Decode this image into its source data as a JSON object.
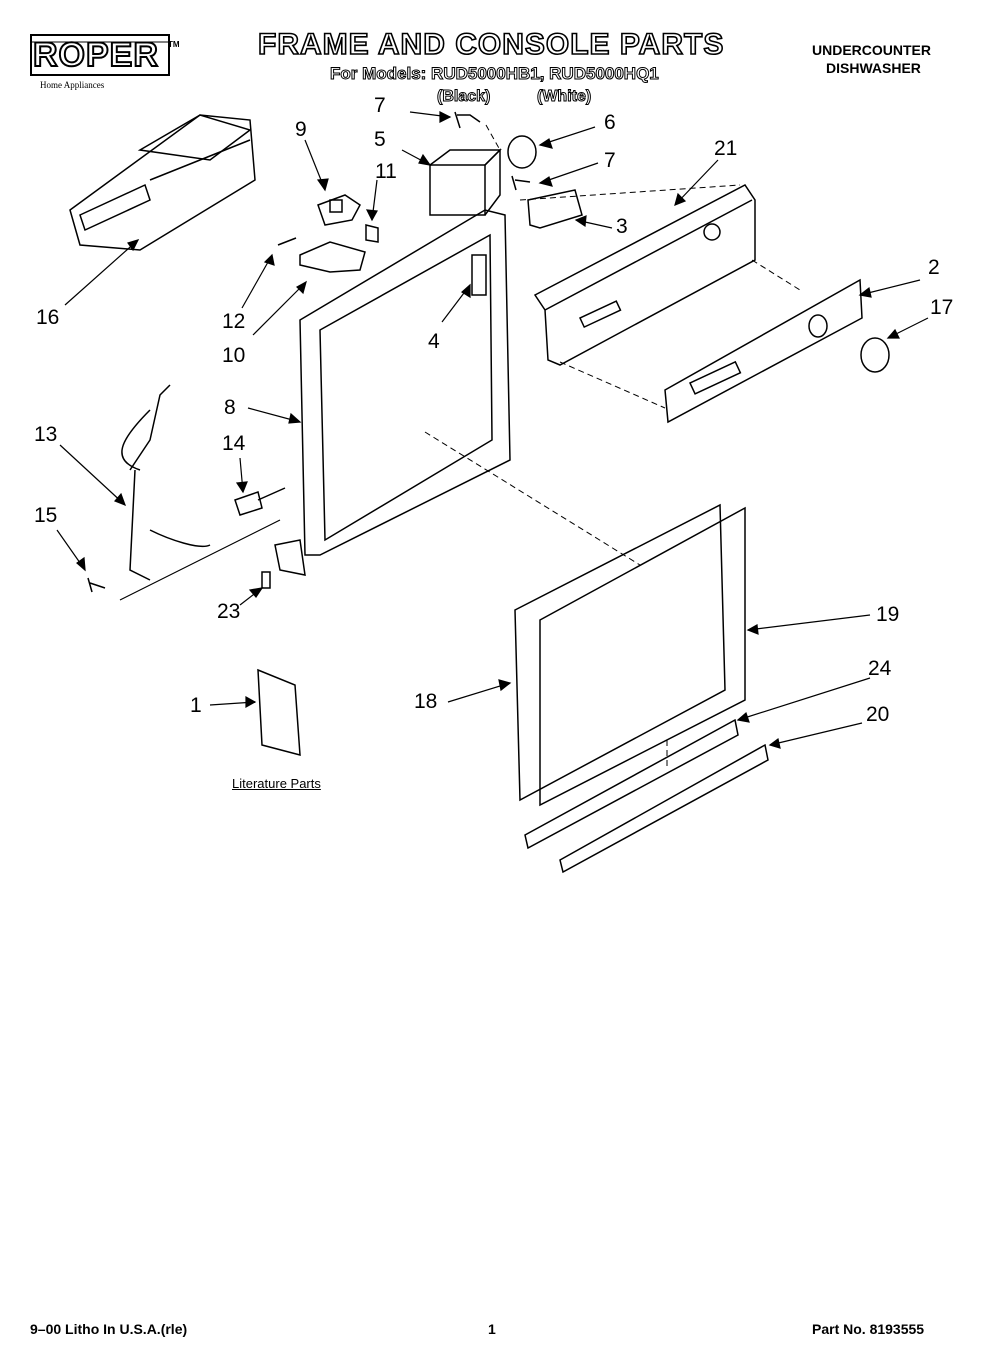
{
  "brand": {
    "logo": "ROPER",
    "trademark": "TM",
    "tagline": "Home Appliances"
  },
  "title": "FRAME AND CONSOLE PARTS",
  "models": {
    "line": "For Models: RUD5000HB1, RUD5000HQ1",
    "variant_1": "(Black)",
    "variant_2": "(White)"
  },
  "category": {
    "line1": "UNDERCOUNTER",
    "line2": "DISHWASHER"
  },
  "callouts": {
    "c1": "1",
    "c2": "2",
    "c3": "3",
    "c4": "4",
    "c5": "5",
    "c6": "6",
    "c7a": "7",
    "c7b": "7",
    "c8": "8",
    "c9": "9",
    "c10": "10",
    "c11": "11",
    "c12": "12",
    "c13": "13",
    "c14": "14",
    "c15": "15",
    "c16": "16",
    "c17": "17",
    "c18": "18",
    "c19": "19",
    "c20": "20",
    "c21": "21",
    "c23": "23",
    "c24": "24"
  },
  "literature_label": "Literature Parts",
  "footer": {
    "left": "9–00 Litho In U.S.A.(rle)",
    "page": "1",
    "part_no": "Part No. 8193555"
  }
}
